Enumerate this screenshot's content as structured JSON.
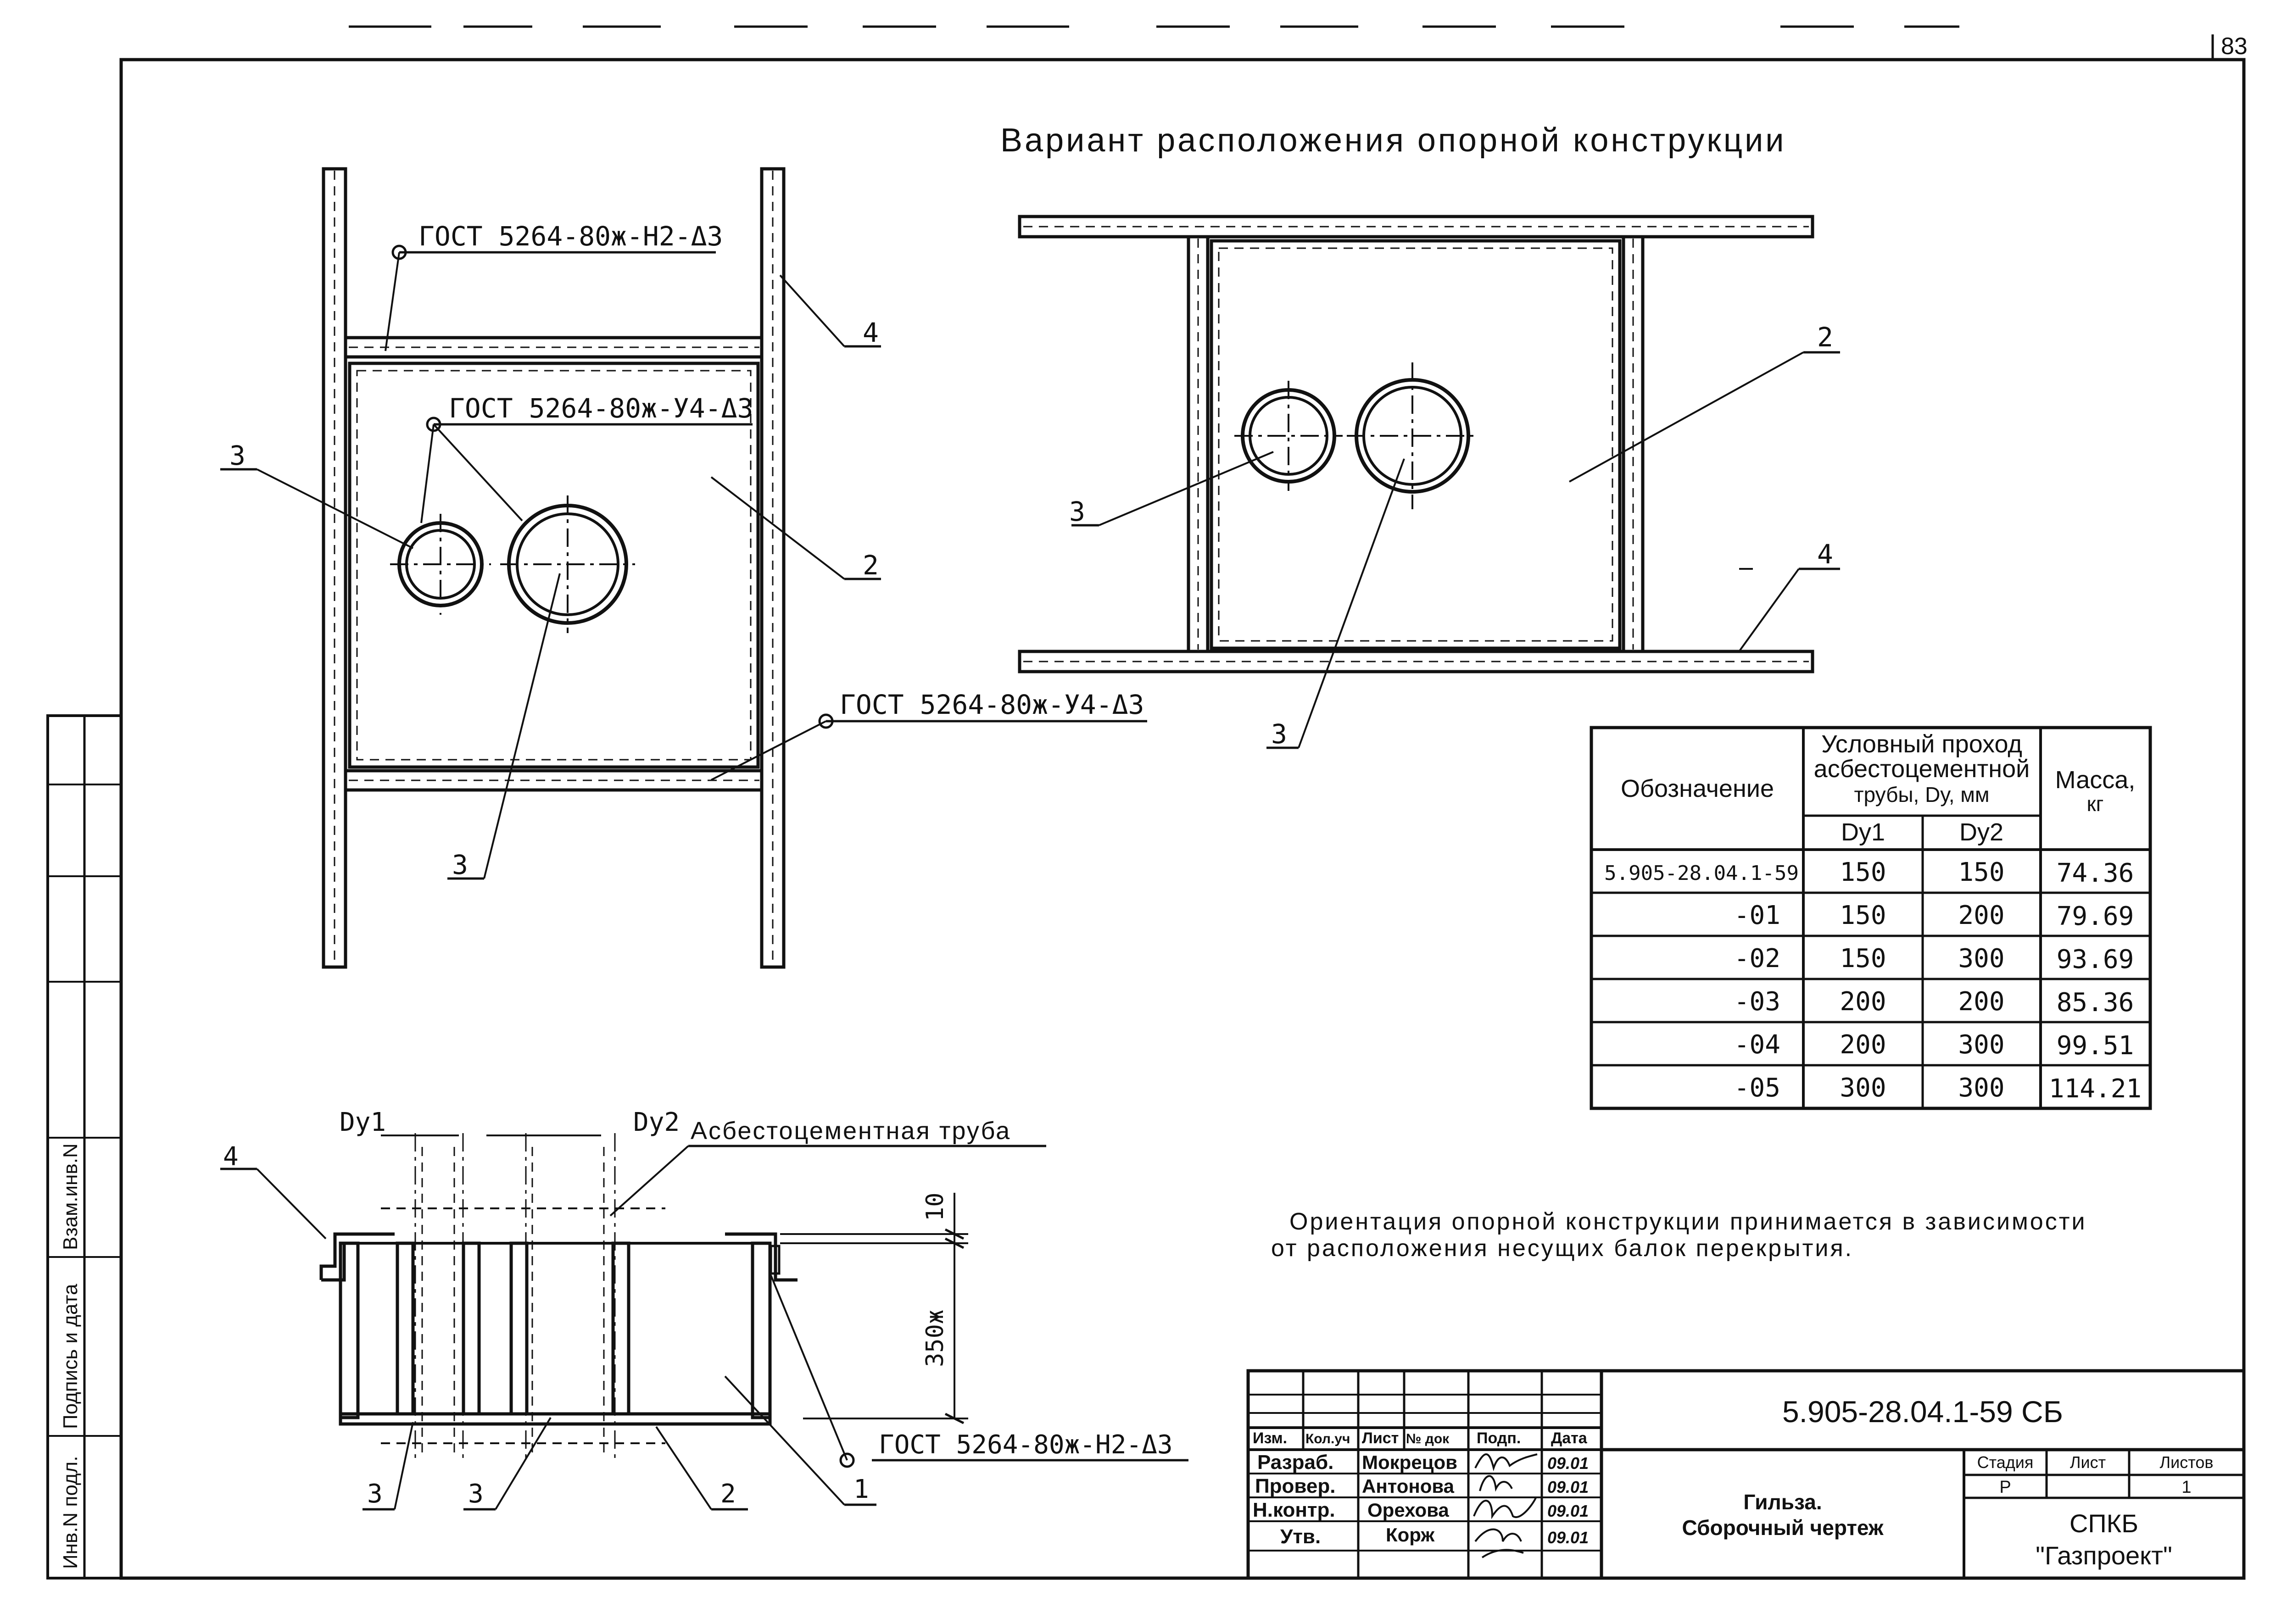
{
  "sheet": {
    "number": "83"
  },
  "drawing": {
    "title": "Вариант расположения опорной конструкции",
    "weld_callouts": {
      "top": "ГОСТ 5264-80ж-Н2-Δ3",
      "circles": "ГОСТ 5264-80ж-У4-Δ3",
      "bottom": "ГОСТ 5264-80ж-У4-Δ3",
      "section": "ГОСТ 5264-80ж-Н2-Δ3"
    },
    "positions": {
      "p1": "1",
      "p2": "2",
      "p3": "3",
      "p4": "4"
    },
    "section": {
      "dy1": "Dу1",
      "dy2": "Dу2",
      "pipe_label": "Асбестоцементная труба",
      "dim_10": "10",
      "dim_350": "350ж"
    },
    "note_line1": "Ориентация опорной конструкции принимается в зависимости",
    "note_line2": "от расположения несущих балок перекрытия."
  },
  "spec_table": {
    "header": {
      "designation": "Обозначение",
      "dn_line1": "Условный проход",
      "dn_line2": "асбестоцементной",
      "dn_line3": "трубы, Dу, мм",
      "dy1": "Dу1",
      "dy2": "Dу2",
      "mass_line1": "Масса,",
      "mass_line2": "кг"
    },
    "rows": [
      {
        "designation": "5.905-28.04.1-59",
        "dy1": "150",
        "dy2": "150",
        "mass": "74.36"
      },
      {
        "designation": "-01",
        "dy1": "150",
        "dy2": "200",
        "mass": "79.69"
      },
      {
        "designation": "-02",
        "dy1": "150",
        "dy2": "300",
        "mass": "93.69"
      },
      {
        "designation": "-03",
        "dy1": "200",
        "dy2": "200",
        "mass": "85.36"
      },
      {
        "designation": "-04",
        "dy1": "200",
        "dy2": "300",
        "mass": "99.51"
      },
      {
        "designation": "-05",
        "dy1": "300",
        "dy2": "300",
        "mass": "114.21"
      }
    ]
  },
  "side_stamp": {
    "col1": "Инв.N подл.",
    "col2": "Подпись и дата",
    "col3": "Взам.инв.N"
  },
  "title_block": {
    "code": "5.905-28.04.1-59 СБ",
    "columns": {
      "izm": "Изм.",
      "kol": "Кол.уч",
      "list": "Лист",
      "doc": "№ док",
      "podp": "Подп.",
      "date": "Дата"
    },
    "people": [
      {
        "role": "Разраб.",
        "name": "Мокрецов",
        "date": "09.01"
      },
      {
        "role": "Провер.",
        "name": "Антонова",
        "date": "09.01"
      },
      {
        "role": "Н.контр.",
        "name": "Орехова",
        "date": "09.01"
      },
      {
        "role": "Утв.",
        "name": "Корж",
        "date": "09.01"
      }
    ],
    "name_line1": "Гильза.",
    "name_line2": "Сборочный чертеж",
    "stage_label": "Стадия",
    "sheet_label": "Лист",
    "sheets_label": "Листов",
    "stage": "Р",
    "sheets": "1",
    "org_line1": "СПКБ",
    "org_line2": "\"Газпроект\""
  }
}
